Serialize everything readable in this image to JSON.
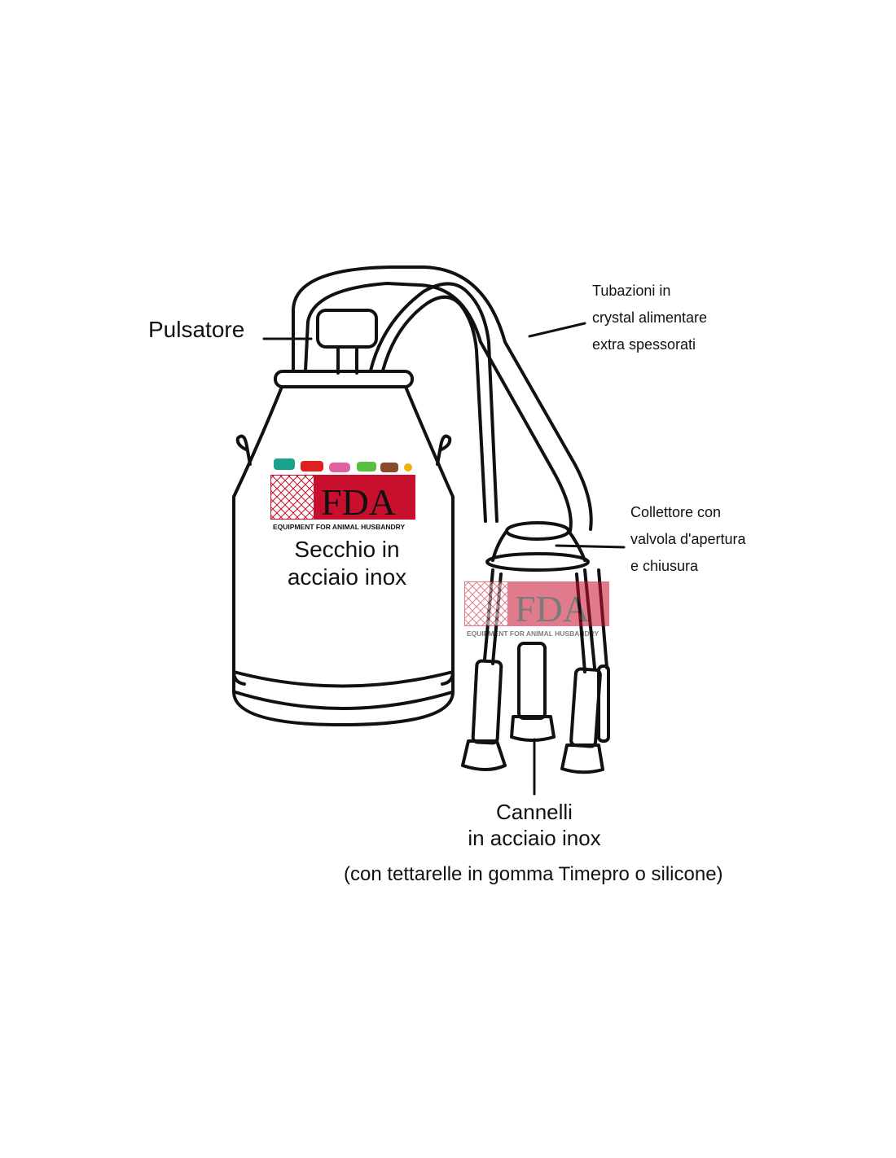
{
  "labels": {
    "pulsator": "Pulsatore",
    "tubes": [
      "Tubazioni in",
      "crystal alimentare",
      "extra spessorati"
    ],
    "bucket": [
      "Secchio in",
      "acciaio inox"
    ],
    "collector": [
      "Collettore con",
      "valvola d'apertura",
      "e chiusura"
    ],
    "cannelli": [
      "Cannelli",
      "in acciaio inox"
    ],
    "cannelli_note": "(con tettarelle in gomma Timepro o silicone)"
  },
  "logo": {
    "brand": "FDA",
    "tagline": "EQUIPMENT FOR ANIMAL HUSBANDRY",
    "animal_colors": [
      "#1aa38a",
      "#e02020",
      "#e060a0",
      "#58c040",
      "#8a4a2a",
      "#f0b000"
    ]
  },
  "colors": {
    "outline": "#111111",
    "logo_red": "#c8102e"
  }
}
